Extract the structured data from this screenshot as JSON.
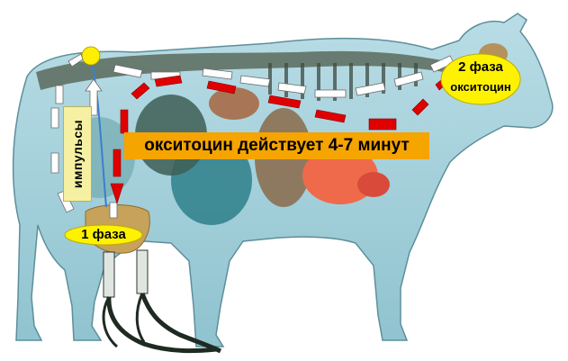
{
  "labels": {
    "oxytocin_duration": "окситоцин действует 4-7 минут",
    "impulses": "импульсы",
    "phase1": "1 фаза",
    "phase2_title": "2 фаза",
    "phase2_sub": "окситоцин"
  },
  "colors": {
    "banner": "#f5a400",
    "phase_oval": "#fff200",
    "hypothalamus_dot": "#ffee00",
    "white_arrows": "#ffffff",
    "red_arrows": "#e00000",
    "impulse_box": "#f6f1a2"
  }
}
